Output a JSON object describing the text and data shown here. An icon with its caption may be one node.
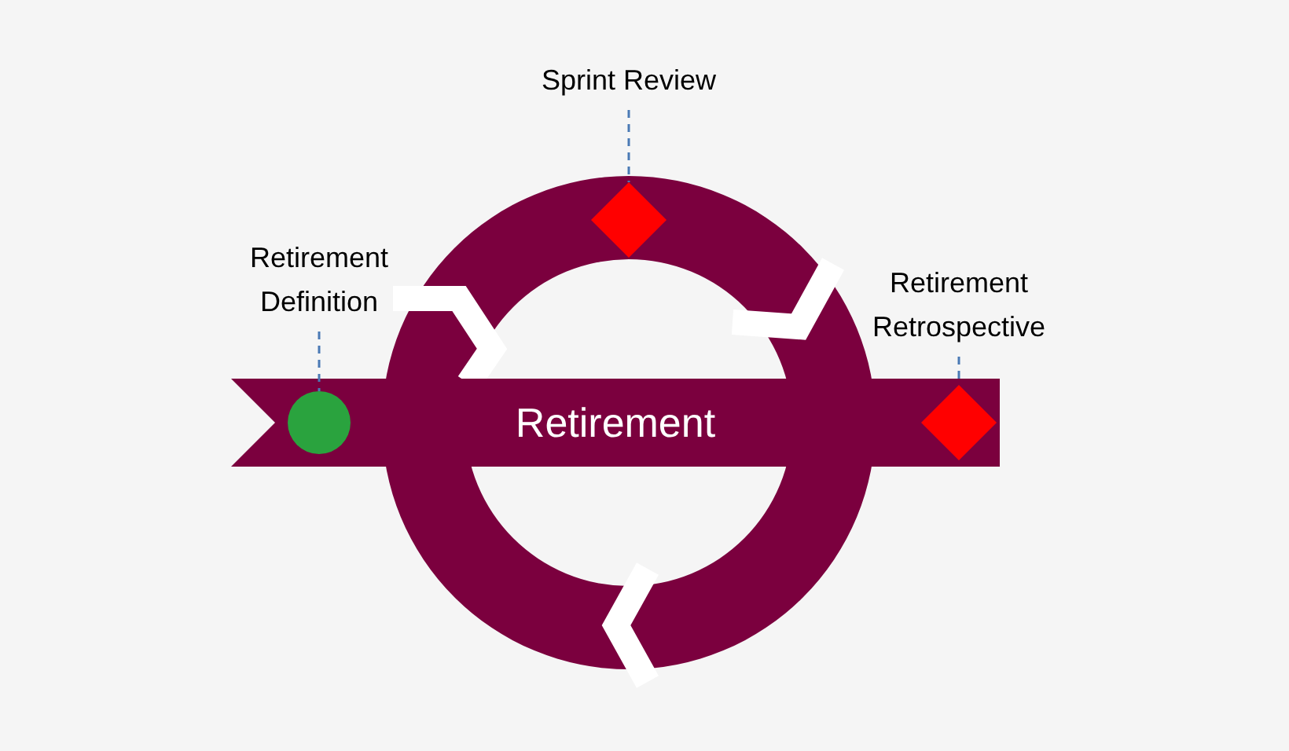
{
  "diagram": {
    "nodes": [
      {
        "text": [
          "Retirement"
        ]
      },
      {
        "text": [
          "Retirement Definition"
        ]
      },
      {
        "text": [],
        "shape": "circle",
        "in": 0
      },
      {
        "text": [
          "Sprint Review"
        ]
      },
      {
        "text": [],
        "shape": "diamond"
      },
      {
        "text": [
          "Retirement Retrospective"
        ]
      },
      {
        "text": [],
        "shape": "diamond",
        "in": 0
      }
    ],
    "edges": [
      {
        "from": 1,
        "to": 2,
        "arrow": "none",
        "style": "dashed"
      },
      {
        "from": 3,
        "to": 4,
        "arrow": "none",
        "style": "dashed"
      },
      {
        "from": 5,
        "to": 6,
        "arrow": "none",
        "style": "dashed"
      }
    ]
  }
}
